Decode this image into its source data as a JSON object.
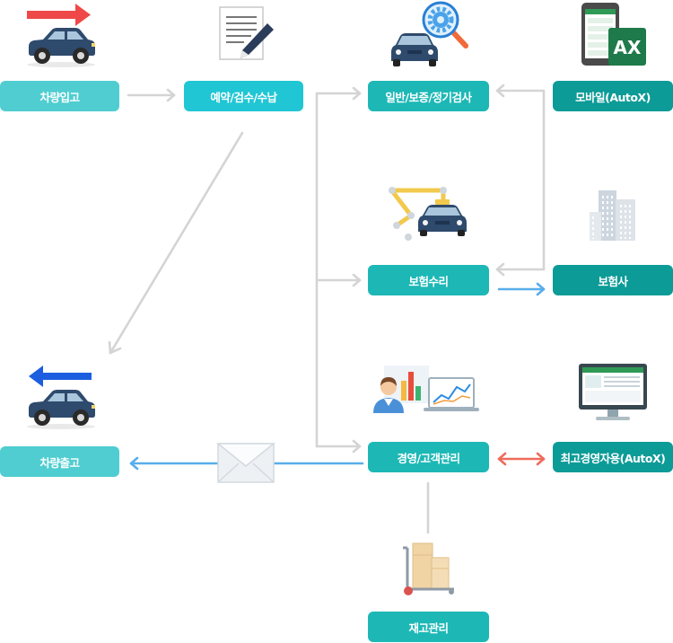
{
  "diagram": {
    "nodes": {
      "vehicle_in": "차량입고",
      "reservation": "예약/검수/수납",
      "inspection": "일반/보증/정기검사",
      "mobile": "모바일(AutoX)",
      "insurance_repair": "보험수리",
      "insurer": "보험사",
      "vehicle_out": "차량출고",
      "management": "경영/고객관리",
      "executive": "최고경영자용(AutoX)",
      "inventory": "재고관리"
    },
    "mobile_badge": "AX"
  },
  "icons": {
    "vehicle_in": "car-arrow-in-icon",
    "reservation": "document-pen-icon",
    "inspection": "car-inspection-icon",
    "mobile": "mobile-phone-icon",
    "insurance_repair": "tow-repair-icon",
    "insurer": "building-icon",
    "vehicle_out": "car-arrow-out-icon",
    "management": "business-chart-icon",
    "executive": "monitor-icon",
    "delivery": "envelope-icon",
    "inventory": "hand-truck-icon"
  },
  "colors": {
    "entry_node": "#4fcdd1",
    "reception_node": "#20c6d4",
    "process_node": "#1db8b6",
    "external_node": "#0c9b97",
    "arrow_gray": "#d4d4d4",
    "arrow_blue": "#58aeea",
    "arrow_red": "#ef6b5b"
  }
}
